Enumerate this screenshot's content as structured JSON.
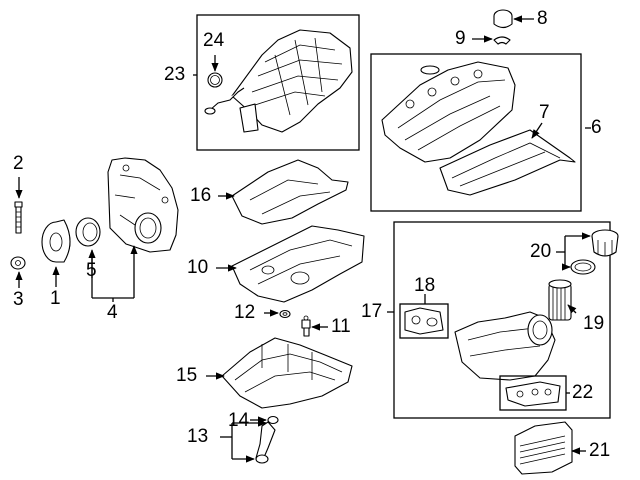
{
  "diagram": {
    "callouts": {
      "c1": "1",
      "c2": "2",
      "c3": "3",
      "c4": "4",
      "c5": "5",
      "c6": "6",
      "c7": "7",
      "c8": "8",
      "c9": "9",
      "c10": "10",
      "c11": "11",
      "c12": "12",
      "c13": "13",
      "c14": "14",
      "c15": "15",
      "c16": "16",
      "c17": "17",
      "c18": "18",
      "c19": "19",
      "c20": "20",
      "c21": "21",
      "c22": "22",
      "c23": "23",
      "c24": "24"
    },
    "colors": {
      "line": "#000000",
      "background": "#ffffff"
    }
  }
}
